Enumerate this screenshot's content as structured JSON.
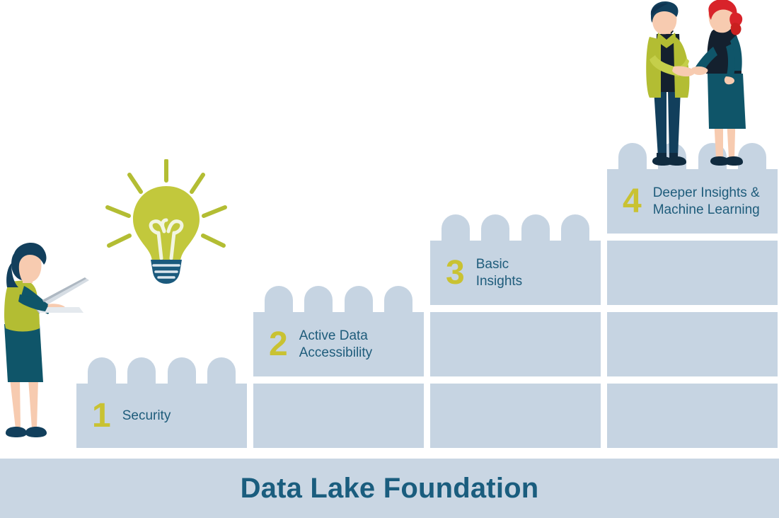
{
  "foundation": {
    "label": "Data Lake Foundation"
  },
  "colors": {
    "block": "#c6d4e2",
    "foundation_band": "#c9d6e3",
    "number": "#c9c232",
    "label_text": "#1e5c7b",
    "foundation_text": "#1a5d7e",
    "olive": "#b3bd33",
    "teal_dark": "#10536b",
    "navy": "#123f5c",
    "skin": "#f7cbb0",
    "red_hair": "#d8232a"
  },
  "steps": [
    {
      "number": "1",
      "label": "Security",
      "blocks": 1
    },
    {
      "number": "2",
      "label": "Active Data\nAccessibility",
      "blocks": 2
    },
    {
      "number": "3",
      "label": "Basic\nInsights",
      "blocks": 3
    },
    {
      "number": "4",
      "label": "Deeper Insights &\nMachine Learning",
      "blocks": 4
    }
  ],
  "illustrations": [
    {
      "name": "lightbulb-idea-illustration",
      "description": "Yellow lightbulb with rays"
    },
    {
      "name": "woman-with-laptop-illustration",
      "description": "Standing woman holding a laptop"
    },
    {
      "name": "two-people-handshake-illustration",
      "description": "Man and woman shaking hands on top block"
    }
  ]
}
